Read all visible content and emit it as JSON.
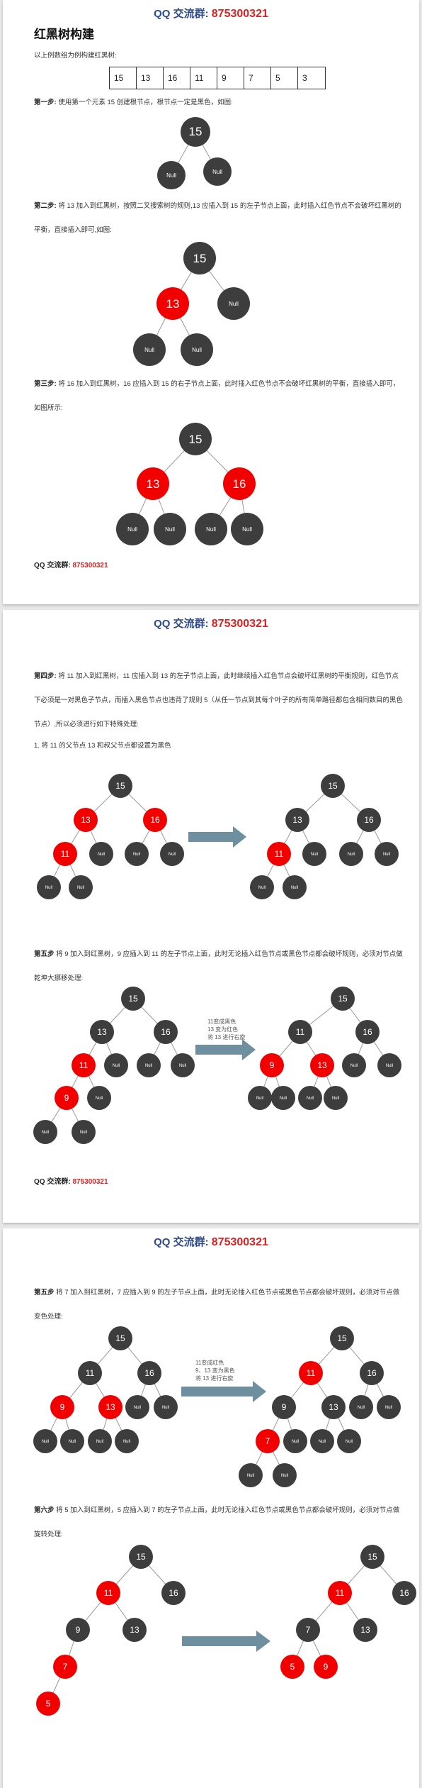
{
  "header": {
    "label": "QQ 交流群:",
    "number": "875300321"
  },
  "doc_title": "红黑树构建",
  "intro": "以上例数组为例构建红黑树:",
  "sequence": [
    "15",
    "13",
    "16",
    "11",
    "9",
    "7",
    "5",
    "3"
  ],
  "steps": {
    "s1": {
      "label": "第一步:",
      "text": "使用第一个元素 15 创建根节点，根节点一定是黑色，如图:"
    },
    "s2": {
      "label": "第二步:",
      "text": "将 13 加入到红黑树，按照二叉搜索树的规则,13 应插入到 15 的左子节点上面，此时插入红色节点不会破坏红黑树的平衡，直接插入即可,如图:"
    },
    "s3": {
      "label": "第三步:",
      "text": "将 16 加入到红黑树，16 应插入到 15 的右子节点上面，此时插入红色节点不会破坏红黑树的平衡，直接插入即可，如图所示:"
    },
    "s4": {
      "label": "第四步:",
      "text": "将 11 加入到红黑树，11 应插入到 13 的左子节点上面，此时继续插入红色节点会破坏红黑树的平衡规则，红色节点下必须是一对黑色子节点，而插入黑色节点也违背了规则 5（从任一节点到其每个叶子的所有简单路径都包含相同数目的黑色节点）,所以必须进行如下特殊处理:"
    },
    "s4_note": "1. 将 11 的父节点 13 和叔父节点都设置为黑色",
    "s5": {
      "label": "第五步",
      "text": "将 9 加入到红黑树，9 应插入到 11 的左子节点上面，此时无论插入红色节点或黑色节点都会破坏规则，必须对节点做乾坤大挪移处理:"
    },
    "s5_note": [
      "11变成黑色",
      "13 变为红色",
      "将 13 进行右旋"
    ],
    "s6": {
      "label": "第五步",
      "text": "将 7 加入到红黑树，7 应插入到 9 的左子节点上面，此时无论插入红色节点或黑色节点都会破坏规则，必须对节点做变色处理:"
    },
    "s6_note": [
      "11变成红色",
      "9、13 变为黑色",
      "将 13 进行右旋"
    ],
    "s7": {
      "label": "第六步",
      "text": "将 5 加入到红黑树，5 应插入到 7 的左子节点上面，此时无论插入红色节点或黑色节点都会破坏规则，必须对节点做旋转处理:"
    }
  },
  "null_label": "Null",
  "colors": {
    "black_node": "#3d3d3d",
    "red_node": "#f20000",
    "edge": "#999999",
    "arrow": "#6d8fa0",
    "header_blue": "#2f4a8b",
    "accent_red": "#e02020"
  }
}
